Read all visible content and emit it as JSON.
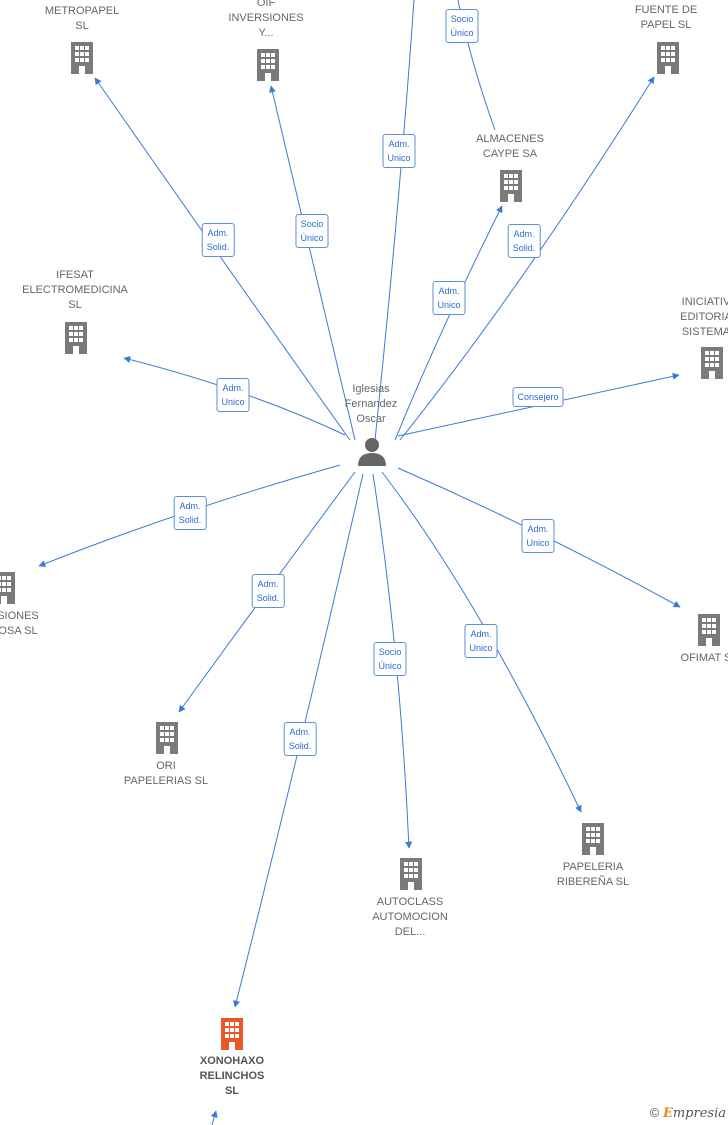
{
  "center": {
    "label": "Iglesias\nFernandez\nOscar",
    "icon": "person-icon"
  },
  "nodes": [
    {
      "id": "metropapel",
      "label": "METROPAPEL\nSL",
      "icon": "building-icon"
    },
    {
      "id": "oif",
      "label": "OIF\nINVERSIONES\nY...",
      "icon": "building-icon"
    },
    {
      "id": "fuente",
      "label": "FUENTE DE\nPAPEL SL",
      "icon": "building-icon"
    },
    {
      "id": "almacenes",
      "label": "ALMACENES\nCAYPE SA",
      "icon": "building-icon"
    },
    {
      "id": "ifesat",
      "label": "IFESAT\nELECTROMEDICINA\nSL",
      "icon": "building-icon"
    },
    {
      "id": "iniciativas",
      "label": "INICIATIV\nEDITORIA\nSISTEMA",
      "icon": "building-icon"
    },
    {
      "id": "siones",
      "label": "SIONES\nOSA SL",
      "icon": "building-icon"
    },
    {
      "id": "ofimat",
      "label": "OFIMAT S",
      "icon": "building-icon"
    },
    {
      "id": "ori",
      "label": "ORI\nPAPELERIAS SL",
      "icon": "building-icon"
    },
    {
      "id": "papeleria",
      "label": "PAPELERIA\nRIBEREÑA SL",
      "icon": "building-icon"
    },
    {
      "id": "autoclass",
      "label": "AUTOCLASS\nAUTOMOCION\nDEL...",
      "icon": "building-icon"
    },
    {
      "id": "xonohaxo",
      "label": "XONOHAXO\nRELINCHOS\nSL",
      "icon": "building-icon",
      "highlight": true
    }
  ],
  "edges": [
    {
      "id": "e-metropapel",
      "label": "Adm.\nSolid."
    },
    {
      "id": "e-oif",
      "label": "Socio\nÚnico"
    },
    {
      "id": "e-top",
      "label": "Adm.\nUnico"
    },
    {
      "id": "e-socio-top",
      "label": "Socio\nÚnico"
    },
    {
      "id": "e-almacenes",
      "label": "Adm.\nUnico"
    },
    {
      "id": "e-fuente",
      "label": "Adm.\nSolid."
    },
    {
      "id": "e-ifesat",
      "label": "Adm.\nUnico"
    },
    {
      "id": "e-iniciativas",
      "label": "Consejero"
    },
    {
      "id": "e-siones",
      "label": "Adm.\nSolid."
    },
    {
      "id": "e-ofimat",
      "label": "Adm.\nUnico"
    },
    {
      "id": "e-ori",
      "label": "Adm.\nSolid."
    },
    {
      "id": "e-papeleria",
      "label": "Adm.\nUnico"
    },
    {
      "id": "e-autoclass",
      "label": "Socio\nÚnico"
    },
    {
      "id": "e-xonohaxo",
      "label": "Adm.\nSolid."
    }
  ],
  "colors": {
    "edge": "#3a7bd5",
    "building": "#7a7a7a",
    "highlight": "#e8562a",
    "label": "#666666"
  },
  "copyright": {
    "symbol": "©",
    "brand_first": "E",
    "brand_rest": "mpresia"
  }
}
